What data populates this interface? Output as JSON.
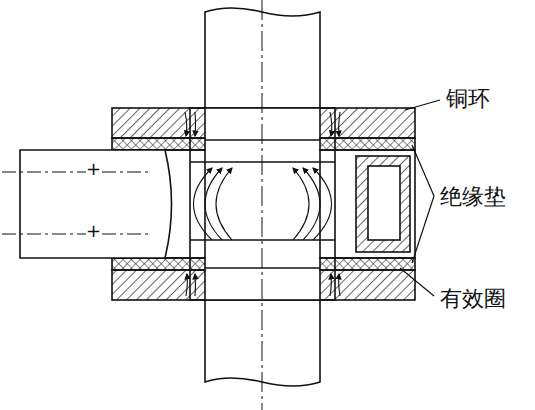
{
  "diagram": {
    "labels": [
      "铜环",
      "绝缘垫",
      "有效圈",
      "+",
      "+"
    ]
  }
}
